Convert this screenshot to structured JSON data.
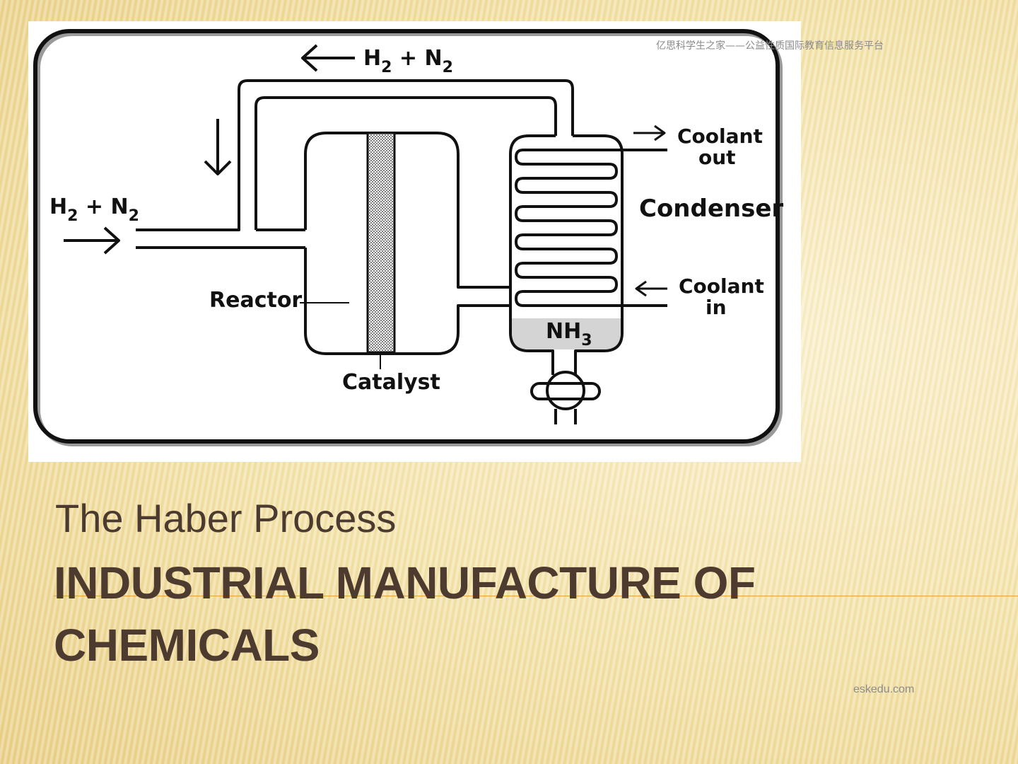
{
  "watermark": "亿思科学生之家——公益性质国际教育信息服务平台",
  "diagram": {
    "top_flow": "H",
    "top_sub1": "2",
    "top_plus": " + N",
    "top_sub2": "2",
    "inlet": "H",
    "inlet_sub1": "2",
    "inlet_plus": " + N",
    "inlet_sub2": "2",
    "reactor": "Reactor",
    "catalyst": "Catalyst",
    "coolant_out_1": "Coolant",
    "coolant_out_2": "out",
    "condenser": "Condenser",
    "coolant_in_1": "Coolant",
    "coolant_in_2": "in",
    "product": "NH",
    "product_sub": "3"
  },
  "subtitle": "The Haber Process",
  "title": "Industrial Manufacture of Chemicals",
  "footer": "eskedu.com",
  "colors": {
    "title": "#4d3b2f",
    "accent_rule": "#e8a23a",
    "panel": "#ffffff"
  }
}
